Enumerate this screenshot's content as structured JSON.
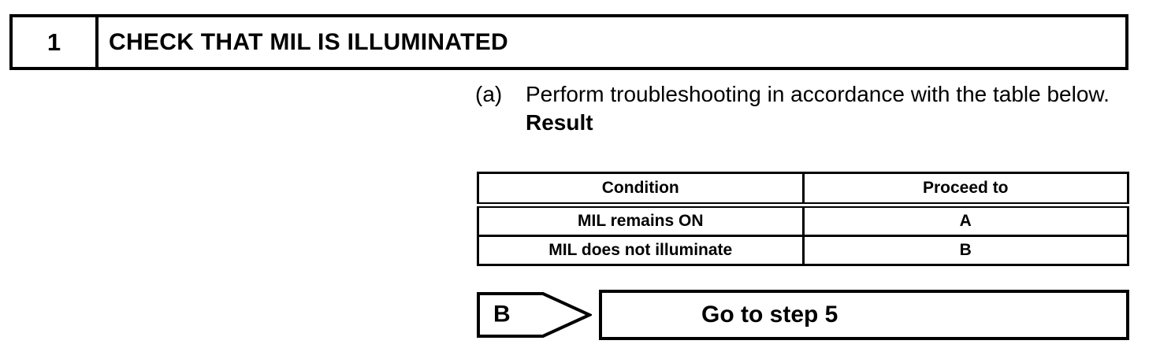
{
  "colors": {
    "ink": "#000000",
    "paper": "#ffffff"
  },
  "step_header": {
    "number": "1",
    "title": "CHECK THAT MIL IS ILLUMINATED"
  },
  "instruction": {
    "label": "(a)",
    "text": "Perform troubleshooting in accordance with the table below.",
    "result_label": "Result"
  },
  "result_table": {
    "headers": [
      "Condition",
      "Proceed to"
    ],
    "rows": [
      {
        "condition": "MIL remains ON",
        "proceed_to": "A"
      },
      {
        "condition": "MIL does not illuminate",
        "proceed_to": "B"
      }
    ]
  },
  "route": {
    "branch_label": "B",
    "action": "Go to step 5"
  }
}
